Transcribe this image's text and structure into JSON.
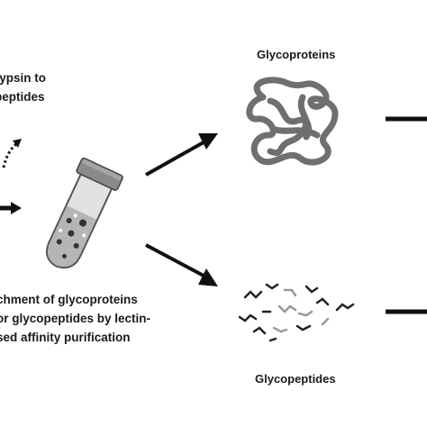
{
  "labels": {
    "trypsin": [
      "rypsin to",
      "peptides"
    ],
    "enrichment": [
      "chment of glycoproteins",
      "or glycopeptides by lectin-",
      "sed affinity purification"
    ],
    "glycoproteins": "Glycoproteins",
    "glycopeptides": "Glycopeptides"
  },
  "colors": {
    "arrow": "#111111",
    "tube": "#d9d9d9",
    "cap": "#777777",
    "protein": "#6f6f6f",
    "peptide_dark": "#222222",
    "peptide_light": "#9a9a9a"
  },
  "icons": [
    "dotted-curved-arrow-icon",
    "test-tube-icon",
    "glycoprotein-coil-icon",
    "glycopeptide-fragments-icon"
  ]
}
